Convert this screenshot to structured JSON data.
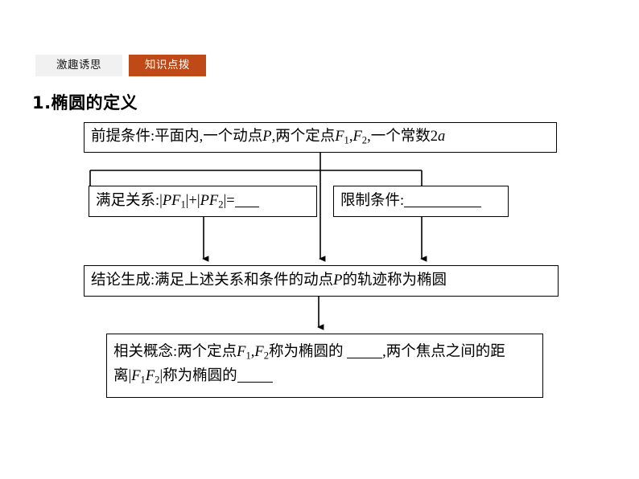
{
  "tabs": [
    {
      "label": "激趣诱思",
      "state": "inactive"
    },
    {
      "label": "知识点拨",
      "state": "active"
    }
  ],
  "colors": {
    "tab_active_bg": "#bf4a17",
    "tab_active_text": "#ffffff",
    "tab_inactive_bg": "#f1f1f1",
    "tab_inactive_text": "#1a1a1a",
    "page_bg": "#ffffff",
    "box_border": "#000000",
    "text": "#000000"
  },
  "title": "1.椭圆的定义",
  "flowchart": {
    "boxes": {
      "premise": {
        "label_prefix": "前提条件:",
        "text_1": "平面内,一个动点",
        "var_p": "P",
        "text_2": ",两个定点",
        "var_f1": "F",
        "sub_1": "1",
        "text_3": ",",
        "var_f2": "F",
        "sub_2": "2",
        "text_4": ",一个常数2",
        "var_a": "a",
        "full_text": "前提条件:平面内,一个动点P,两个定点F1,F2,一个常数2a"
      },
      "relation": {
        "label_prefix": "满足关系:",
        "bar_1": "|",
        "var_pf1": "PF",
        "sub_1": "1",
        "bar_2": "|+|",
        "var_pf2": "PF",
        "sub_2": "2",
        "bar_3": "|=",
        "full_text": "满足关系:|PF1|+|PF2|=___"
      },
      "restrict": {
        "label_prefix": "限制条件:",
        "full_text": "限制条件:________"
      },
      "conclusion": {
        "label_prefix": "结论生成:",
        "text_1": "满足上述关系和条件的动点",
        "var_p": "P",
        "text_2": "的轨迹称为椭圆",
        "full_text": "结论生成:满足上述关系和条件的动点P的轨迹称为椭圆"
      },
      "concepts": {
        "label_prefix": "相关概念:",
        "text_1": "两个定点",
        "var_f1": "F",
        "sub_1": "1",
        "comma_1": ",",
        "var_f2": "F",
        "sub_2": "2",
        "text_2": "称为椭圆的",
        "text_3": ",两个焦点之间的距离",
        "bar_1": "|",
        "var_f1b": "F",
        "sub_1b": "1",
        "var_f2b": "F",
        "sub_2b": "2",
        "bar_2": "|",
        "text_4": "称为椭圆的",
        "full_text": "相关概念:两个定点F1,F2称为椭圆的 ___,两个焦点之间的距离|F1F2|称为椭圆的___"
      }
    },
    "connectors": [
      {
        "from": "premise",
        "to": "conclusion",
        "style": "arrow-down-center"
      },
      {
        "from": "premise",
        "to": "relation",
        "style": "elbow-left"
      },
      {
        "from": "premise",
        "to": "restrict",
        "style": "elbow-right"
      },
      {
        "from": "relation",
        "to": "conclusion",
        "style": "arrow-down"
      },
      {
        "from": "restrict",
        "to": "conclusion",
        "style": "arrow-down"
      },
      {
        "from": "conclusion",
        "to": "concepts",
        "style": "arrow-down"
      }
    ]
  }
}
